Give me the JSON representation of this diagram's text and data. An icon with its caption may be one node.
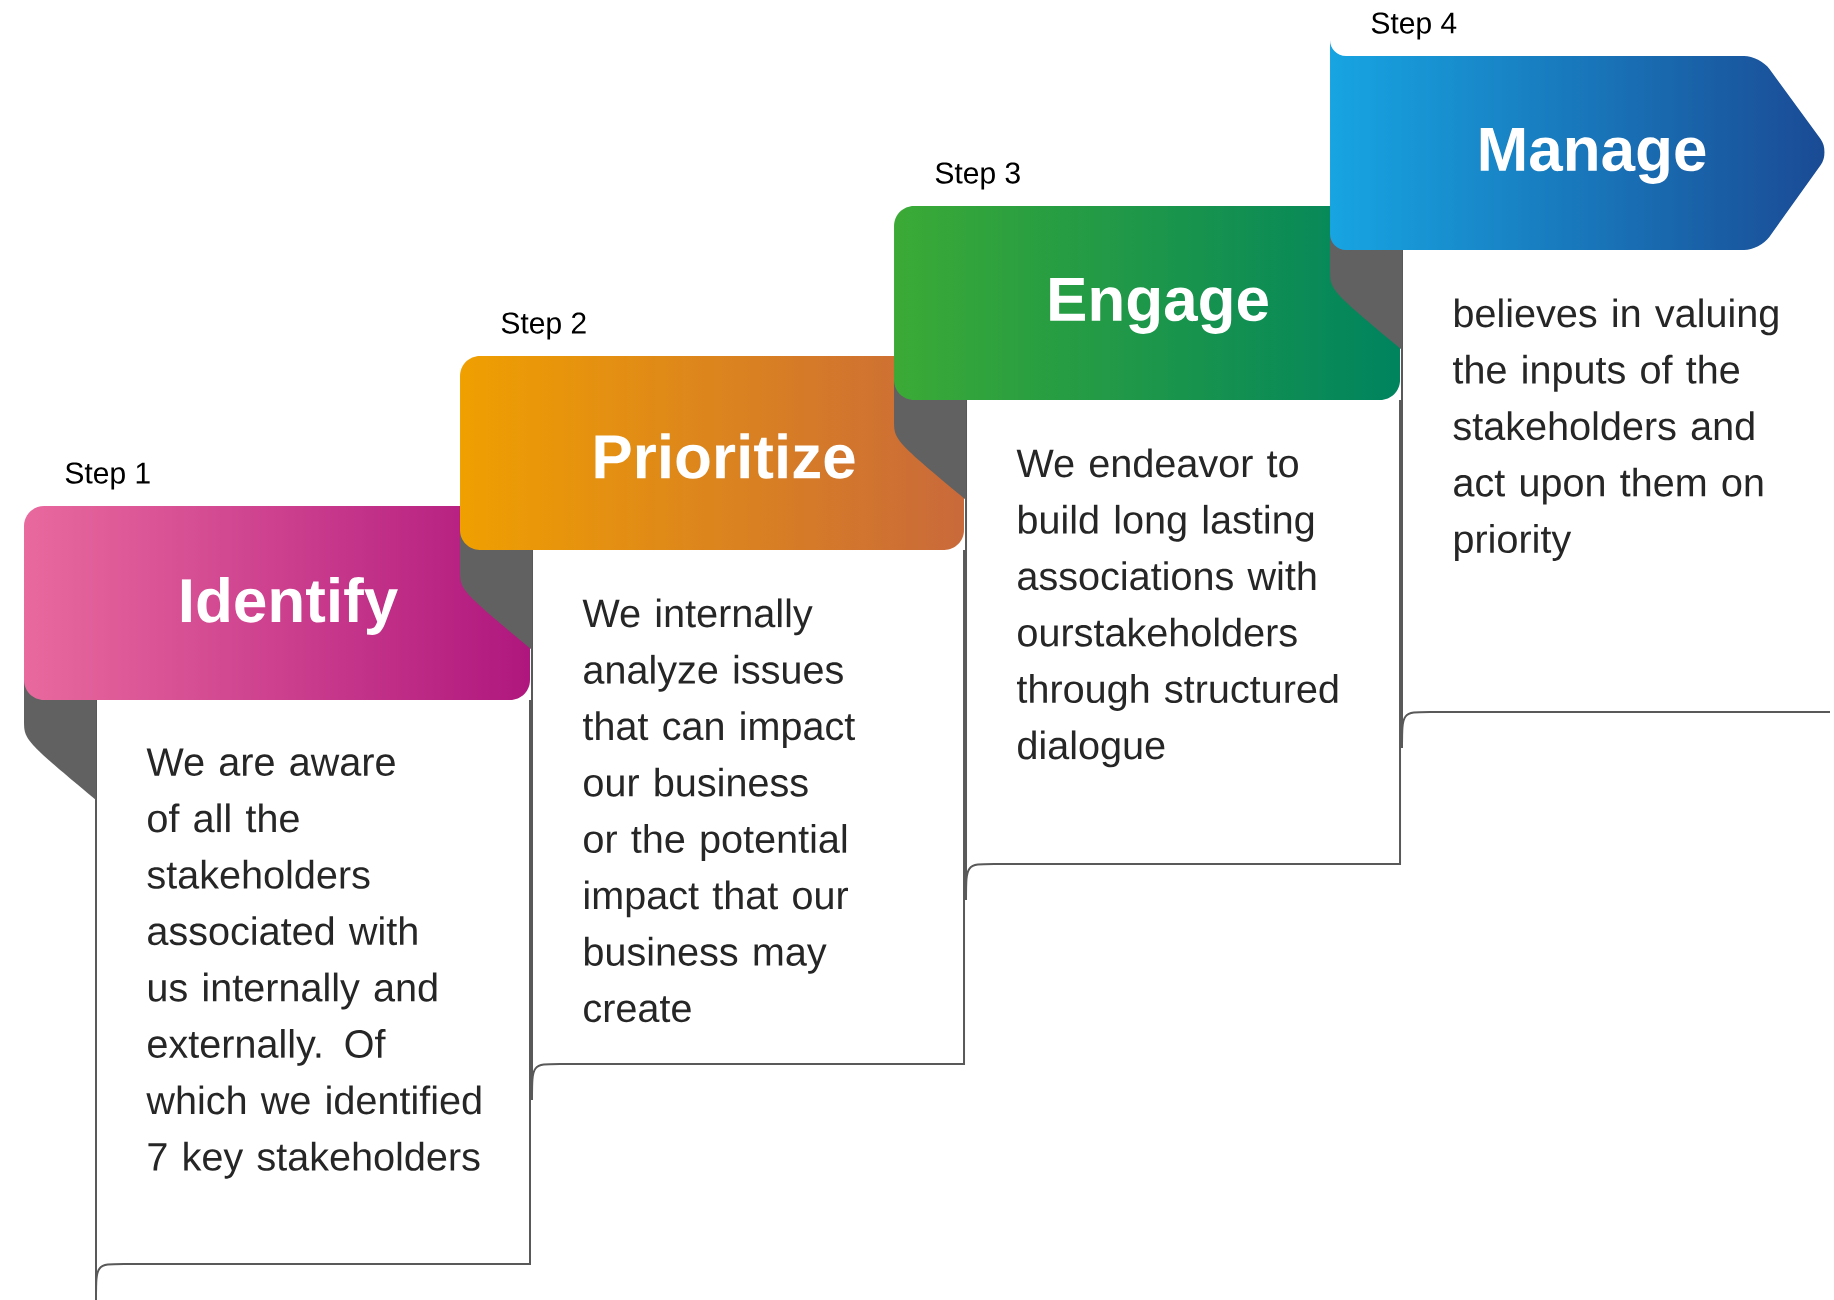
{
  "diagram": {
    "nodes": [
      {
        "text": [
          "Identify",
          "We are aware of all the stakeholders associated with us internally and externally. Of which we identified 7 key stakeholders"
        ],
        "beside": [
          "Step 1"
        ]
      },
      {
        "text": [
          "Prioritize",
          "We internally analyze issues that can impact our business or the potential impact that our business may create"
        ],
        "beside": [
          "Step 2"
        ]
      },
      {
        "text": [
          "Engage",
          "We endeavor to build long lasting associations with ourstakeholders through structured dialogue"
        ],
        "beside": [
          "Step 3"
        ]
      },
      {
        "text": [
          "Manage",
          "believes in valuing the inputs of the stakeholders and act upon them on priority"
        ],
        "beside": [
          "Step 4"
        ]
      }
    ]
  }
}
